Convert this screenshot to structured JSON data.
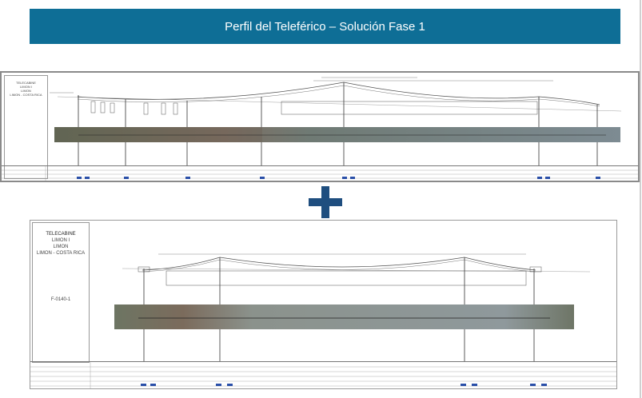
{
  "header": {
    "title": "Perfil del Teleférico – Solución Fase 1"
  },
  "drawing_top": {
    "title_block": [
      "TELECABINE",
      "LIMON I",
      "LIMON",
      "LIMON - COSTA RICA"
    ]
  },
  "drawing_bottom": {
    "title_block": [
      "TELECABINE",
      "LIMON I",
      "LIMON",
      "LIMON - COSTA RICA"
    ],
    "drawing_number": "F-0140-1"
  },
  "icons": {
    "combine": "plus-icon"
  },
  "colors": {
    "title_bar": "#0e6e96",
    "plus": "#1f4e7f"
  }
}
